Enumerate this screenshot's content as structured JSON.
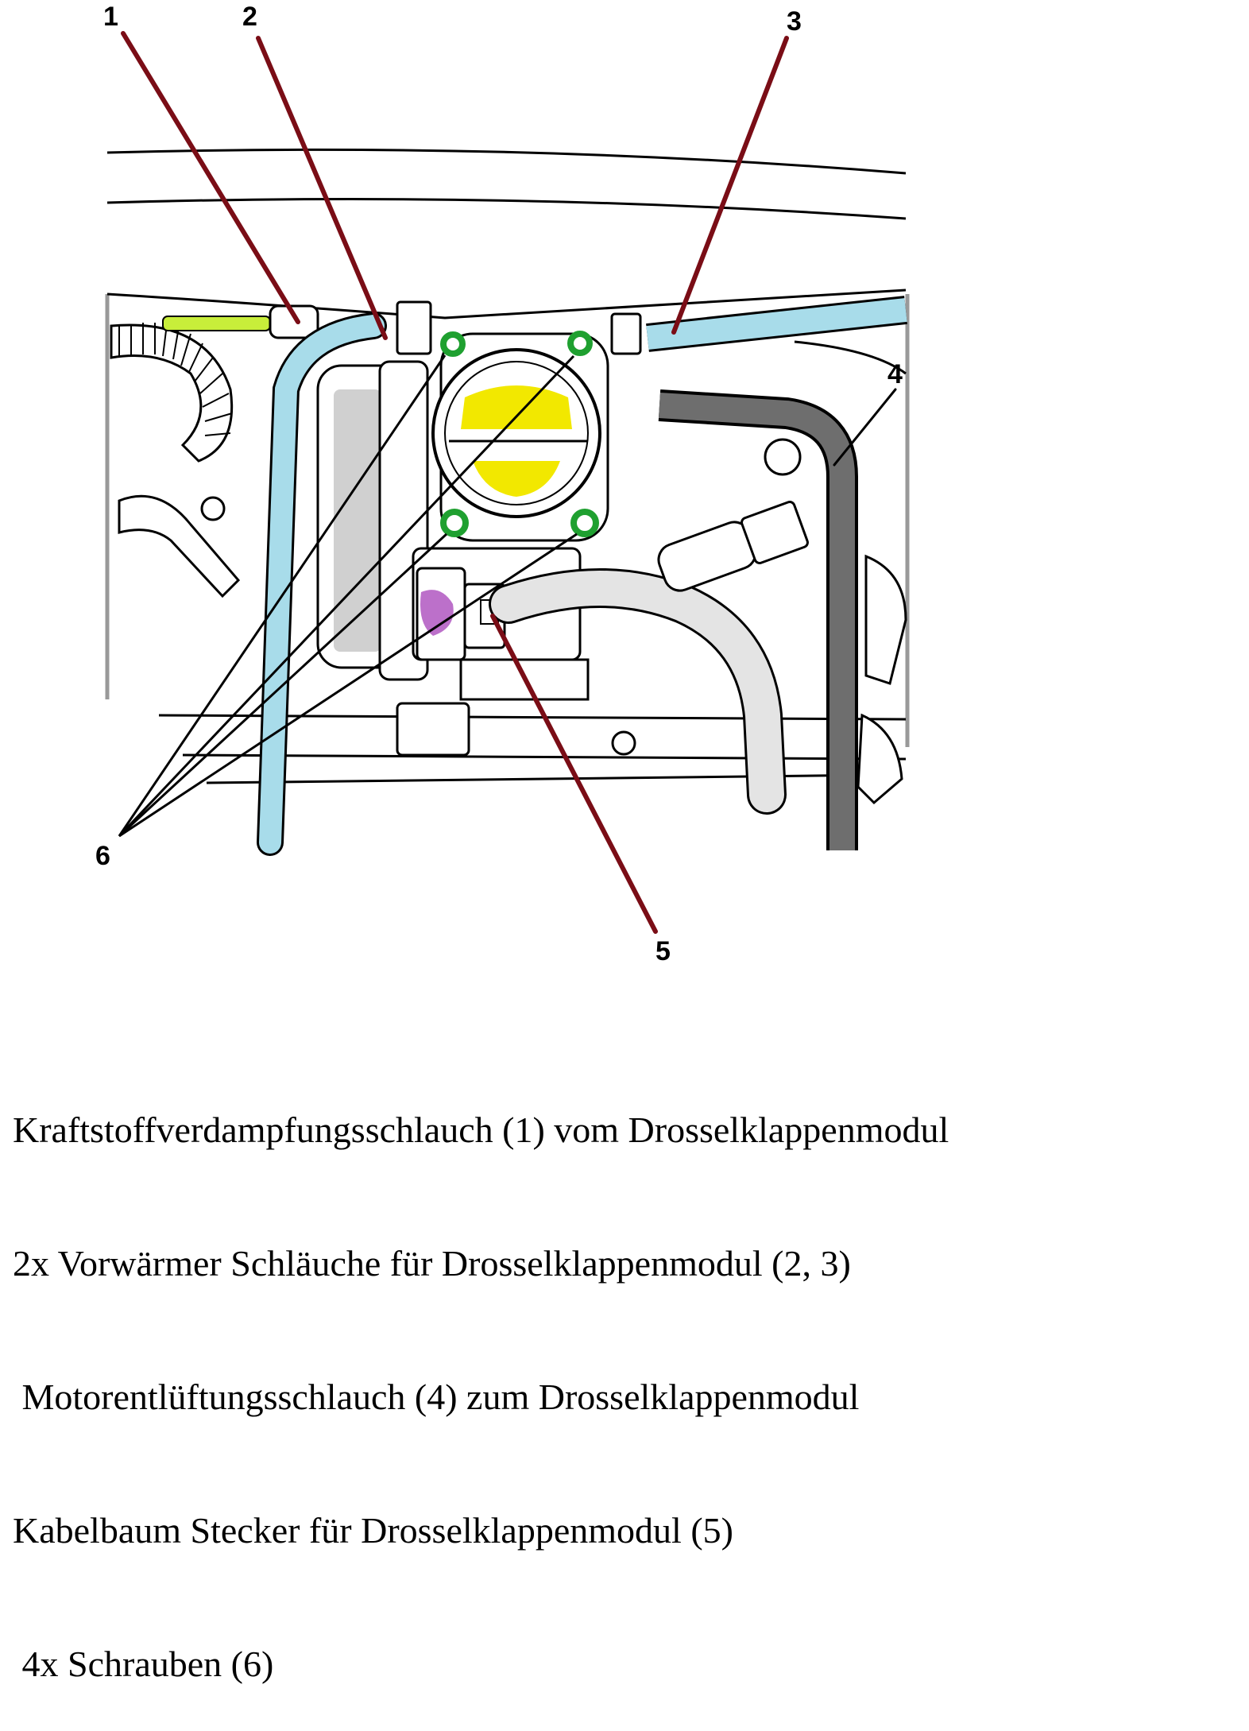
{
  "callouts": [
    "1",
    "2",
    "3",
    "4",
    "5",
    "6"
  ],
  "captions": [
    "Kraftstoffverdampfungsschlauch (1) vom Drosselklappenmodul",
    "2x Vorwärmer Schläuche für Drosselklappenmodul (2, 3)",
    " Motorentlüftungsschlauch (4) zum Drosselklappenmodul",
    "Kabelbaum Stecker für Drosselklappenmodul (5)",
    " 4x Schrauben (6)"
  ],
  "colors": {
    "leader": "#7a0d16",
    "heater_hose": "#a8dcea",
    "fuel_hose": "#c8ee3a",
    "breather_hose": "#6e6e6e",
    "bolts": "#1fa030",
    "throttle_plate": "#f2e800",
    "connector": "#a640b8",
    "line": "#000000"
  }
}
